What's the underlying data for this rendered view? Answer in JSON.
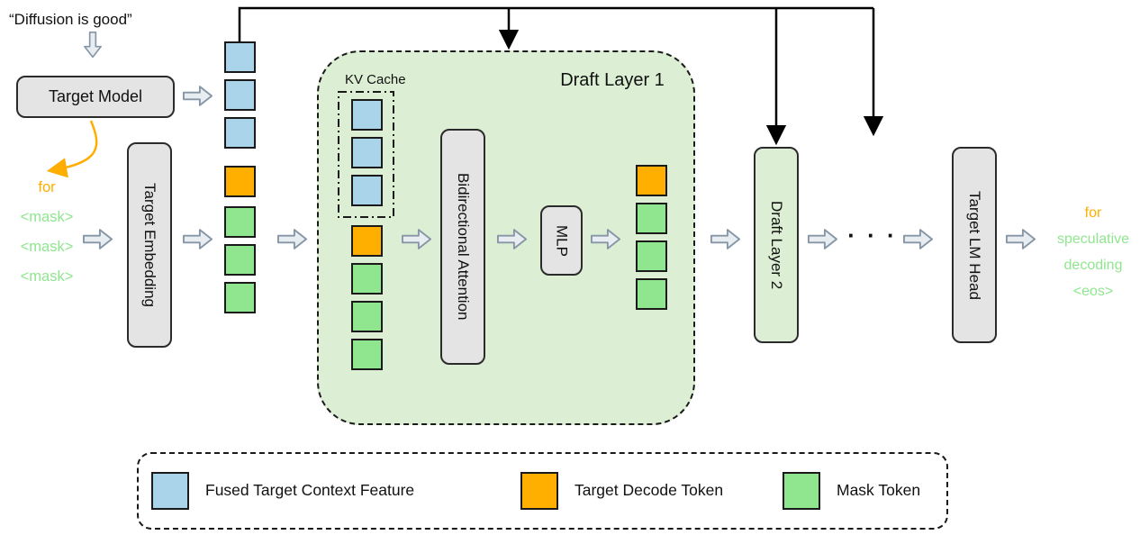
{
  "prompt": "“Diffusion is good”",
  "nodes": {
    "target_model": "Target Model",
    "target_embedding": "Target Embedding",
    "bidirectional_attention": "Bidirectional Attention",
    "mlp": "MLP",
    "draft_layer_1": "Draft Layer 1",
    "kv_cache": "KV Cache",
    "draft_layer_2": "Draft Layer 2",
    "target_lm_head": "Target LM Head"
  },
  "input_text": {
    "token": "for",
    "mask1": "<mask>",
    "mask2": "<mask>",
    "mask3": "<mask>"
  },
  "output_text": {
    "token": "for",
    "word1": "speculative",
    "word2": "decoding",
    "eos": "<eos>"
  },
  "ellipsis": "· · ·",
  "legend": {
    "items": [
      {
        "color": "#A9D4E9",
        "label": "Fused Target Context Feature"
      },
      {
        "color": "#FFAF00",
        "label": "Target Decode Token"
      },
      {
        "color": "#8FE68F",
        "label": "Mask Token"
      }
    ]
  },
  "colors": {
    "fused_context_blue": "#A9D4E9",
    "decode_orange": "#FFAF00",
    "mask_green": "#8FE68F",
    "draft_layer_bg": "#DCEFD4",
    "node_gray": "#E4E4E4",
    "arrow_orange": "#FFAE00"
  }
}
